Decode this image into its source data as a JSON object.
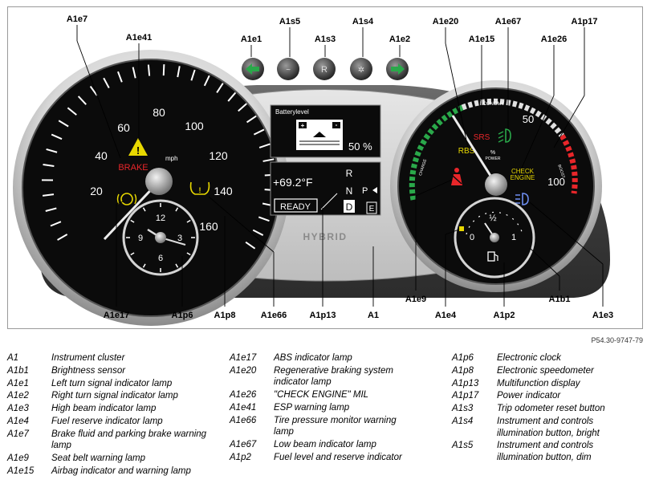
{
  "callouts": {
    "A1e7": "A1e7",
    "A1e41": "A1e41",
    "A1e1": "A1e1",
    "A1s5": "A1s5",
    "A1s3": "A1s3",
    "A1s4": "A1s4",
    "A1e2": "A1e2",
    "A1e20": "A1e20",
    "A1e67": "A1e67",
    "A1p17": "A1p17",
    "A1e15": "A1e15",
    "A1e26": "A1e26",
    "A1e17": "A1e17",
    "A1p6": "A1p6",
    "A1p8": "A1p8",
    "A1e66": "A1e66",
    "A1p13": "A1p13",
    "A1": "A1",
    "A1e9": "A1e9",
    "A1e4": "A1e4",
    "A1p2": "A1p2",
    "A1b1": "A1b1",
    "A1e3": "A1e3"
  },
  "speedometer": {
    "ticks": [
      "20",
      "40",
      "60",
      "80",
      "100",
      "120",
      "140",
      "160"
    ],
    "unit": "mph",
    "brake_label": "BRAKE"
  },
  "clock": {
    "numerals": [
      "12",
      "3",
      "6",
      "9"
    ]
  },
  "center_display": {
    "battery_title": "Batterylevel",
    "battery_percent": "50 %",
    "temperature": "+69.2°F",
    "ready": "READY",
    "gears": [
      "R",
      "N",
      "D"
    ],
    "gear_p": "P",
    "gear_e": "E",
    "hybrid": "HYBRID"
  },
  "buttons": {
    "s3_label": "R"
  },
  "power_meter": {
    "economy": "ECONOMY",
    "charge": "CHARGE",
    "boost": "BOOST",
    "tick_50": "50",
    "tick_100": "100",
    "srs": "SRS",
    "rbs": "RBS",
    "percent": "%",
    "power": "POWER",
    "check_engine_1": "CHECK",
    "check_engine_2": "ENGINE"
  },
  "fuel_gauge": {
    "zero": "0",
    "half": "½",
    "one": "1"
  },
  "figure_ref": "P54.30-9747-79",
  "legend": {
    "col1": [
      {
        "code": "A1",
        "desc": "Instrument cluster"
      },
      {
        "code": "A1b1",
        "desc": "Brightness sensor"
      },
      {
        "code": "A1e1",
        "desc": "Left turn signal indicator lamp"
      },
      {
        "code": "A1e2",
        "desc": "Right turn signal indicator lamp"
      },
      {
        "code": "A1e3",
        "desc": "High beam indicator lamp"
      },
      {
        "code": "A1e4",
        "desc": "Fuel reserve indicator lamp"
      },
      {
        "code": "A1e7",
        "desc": "Brake fluid and parking brake warning lamp"
      },
      {
        "code": "A1e9",
        "desc": "Seat belt warning lamp"
      },
      {
        "code": "A1e15",
        "desc": "Airbag indicator and warning lamp"
      }
    ],
    "col2": [
      {
        "code": "A1e17",
        "desc": "ABS indicator lamp"
      },
      {
        "code": "A1e20",
        "desc": "Regenerative braking system indicator lamp"
      },
      {
        "code": "A1e26",
        "desc": "\"CHECK ENGINE\" MIL"
      },
      {
        "code": "A1e41",
        "desc": "ESP warning lamp"
      },
      {
        "code": "A1e66",
        "desc": "Tire pressure monitor warning lamp"
      },
      {
        "code": "A1e67",
        "desc": "Low beam indicator lamp"
      },
      {
        "code": "A1p2",
        "desc": "Fuel level and reserve indicator"
      }
    ],
    "col3": [
      {
        "code": "A1p6",
        "desc": "Electronic clock"
      },
      {
        "code": "A1p8",
        "desc": "Electronic speedometer"
      },
      {
        "code": "A1p13",
        "desc": "Multifunction display"
      },
      {
        "code": "A1p17",
        "desc": "Power indicator"
      },
      {
        "code": "A1s3",
        "desc": "Trip odometer reset button"
      },
      {
        "code": "A1s4",
        "desc": "Instrument and controls illumination button, bright"
      },
      {
        "code": "A1s5",
        "desc": "Instrument and controls illumination button, dim"
      }
    ]
  },
  "colors": {
    "warning_red": "#e8262a",
    "warning_yellow": "#e8d800",
    "indicator_green": "#2aa84a",
    "indicator_blue": "#6e8ef0",
    "gauge_face": "#0b0b0b"
  }
}
